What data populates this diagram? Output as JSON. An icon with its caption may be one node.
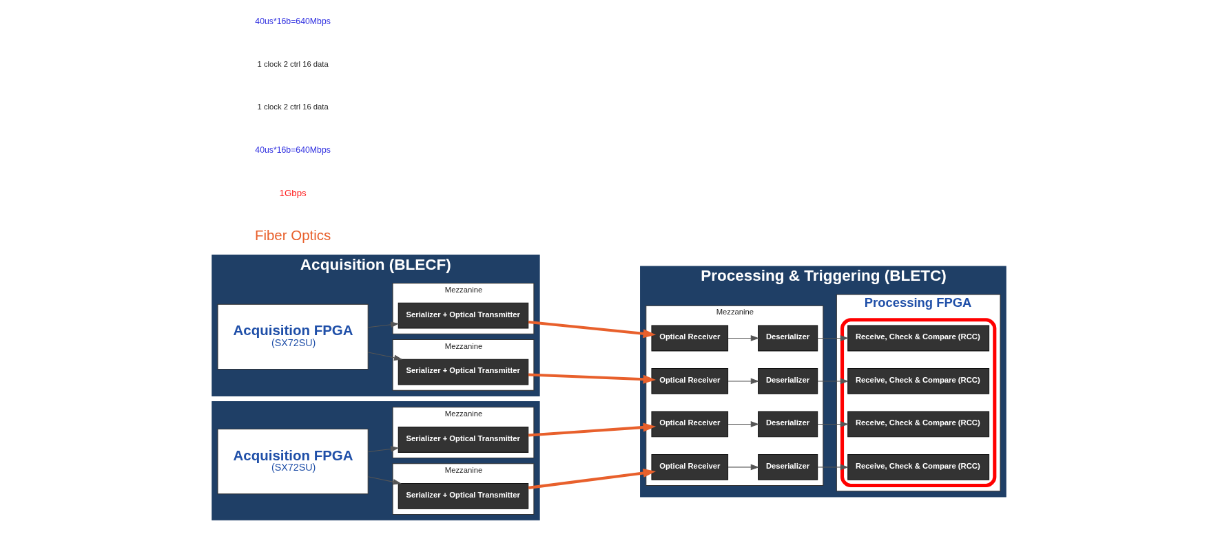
{
  "diagram": {
    "nodes": [
      {
        "text": [
          "Acquisition (BLECF)"
        ]
      },
      {
        "text": [
          "Acquisition FPGA",
          "(SX72SU)"
        ],
        "in": 0
      },
      {
        "text": [
          "Mezzanine"
        ],
        "in": 0
      },
      {
        "text": [
          "Serializer + Optical Transmitter"
        ],
        "in": 2
      },
      {
        "text": [
          "Mezzanine"
        ],
        "in": 0
      },
      {
        "text": [
          "Serializer + Optical Transmitter"
        ],
        "in": 4
      },
      {
        "text": [],
        "shape": "box"
      },
      {
        "text": [
          "Acquisition FPGA",
          "(SX72SU)"
        ],
        "in": 6
      },
      {
        "text": [
          "Mezzanine"
        ],
        "in": 6
      },
      {
        "text": [
          "Serializer + Optical Transmitter"
        ],
        "in": 8
      },
      {
        "text": [
          "Mezzanine"
        ],
        "in": 6
      },
      {
        "text": [
          "Serializer + Optical Transmitter"
        ],
        "in": 10
      },
      {
        "text": [
          "Processing & Triggering (BLETC)"
        ]
      },
      {
        "text": [
          "Mezzanine"
        ],
        "in": 12
      },
      {
        "text": [
          "Optical Receiver"
        ],
        "in": 13
      },
      {
        "text": [
          "Deserializer"
        ],
        "in": 13
      },
      {
        "text": [
          "Optical Receiver"
        ],
        "in": 13
      },
      {
        "text": [
          "Deserializer"
        ],
        "in": 13
      },
      {
        "text": [
          "Optical Receiver"
        ],
        "in": 13
      },
      {
        "text": [
          "Deserializer"
        ],
        "in": 13
      },
      {
        "text": [
          "Optical Receiver"
        ],
        "in": 13
      },
      {
        "text": [
          "Deserializer"
        ],
        "in": 13
      },
      {
        "text": [
          "Processing FPGA"
        ],
        "in": 12
      },
      {
        "text": [],
        "shape": "box",
        "in": 22
      },
      {
        "text": [
          "Receive, Check & Compare (RCC)"
        ],
        "in": 23
      },
      {
        "text": [
          "Receive, Check & Compare (RCC)"
        ],
        "in": 23
      },
      {
        "text": [
          "Receive, Check & Compare (RCC)"
        ],
        "in": 23
      },
      {
        "text": [
          "Receive, Check & Compare (RCC)"
        ],
        "in": 23
      }
    ],
    "edges": [
      {
        "from": 1,
        "to": 3,
        "arrow": "to"
      },
      {
        "from": 1,
        "to": 5,
        "arrow": "to"
      },
      {
        "from": 7,
        "to": 9,
        "arrow": "to"
      },
      {
        "from": 7,
        "to": 11,
        "arrow": "to"
      },
      {
        "from": 3,
        "to": 14,
        "arrow": "to",
        "style": "thick",
        "color": "#e8602c"
      },
      {
        "from": 5,
        "to": 16,
        "arrow": "to",
        "style": "thick",
        "color": "#e8602c"
      },
      {
        "from": 9,
        "to": 18,
        "arrow": "to",
        "style": "thick",
        "color": "#e8602c"
      },
      {
        "from": 11,
        "to": 20,
        "arrow": "to",
        "style": "thick",
        "color": "#e8602c"
      },
      {
        "from": 14,
        "to": 15,
        "arrow": "to"
      },
      {
        "from": 16,
        "to": 17,
        "arrow": "to"
      },
      {
        "from": 18,
        "to": 19,
        "arrow": "to"
      },
      {
        "from": 20,
        "to": 21,
        "arrow": "to"
      },
      {
        "from": 15,
        "to": 24,
        "arrow": "to"
      },
      {
        "from": 17,
        "to": 25,
        "arrow": "to"
      },
      {
        "from": 19,
        "to": 26,
        "arrow": "to"
      },
      {
        "from": 21,
        "to": 27,
        "arrow": "to"
      }
    ],
    "labels": [
      "Fiber Optics",
      "1Gbps",
      "40us*16b=640Mbps",
      "1 clock 2 ctrl 16 data",
      "1 clock 2 ctrl 16 data",
      "40us*16b=640Mbps"
    ]
  }
}
